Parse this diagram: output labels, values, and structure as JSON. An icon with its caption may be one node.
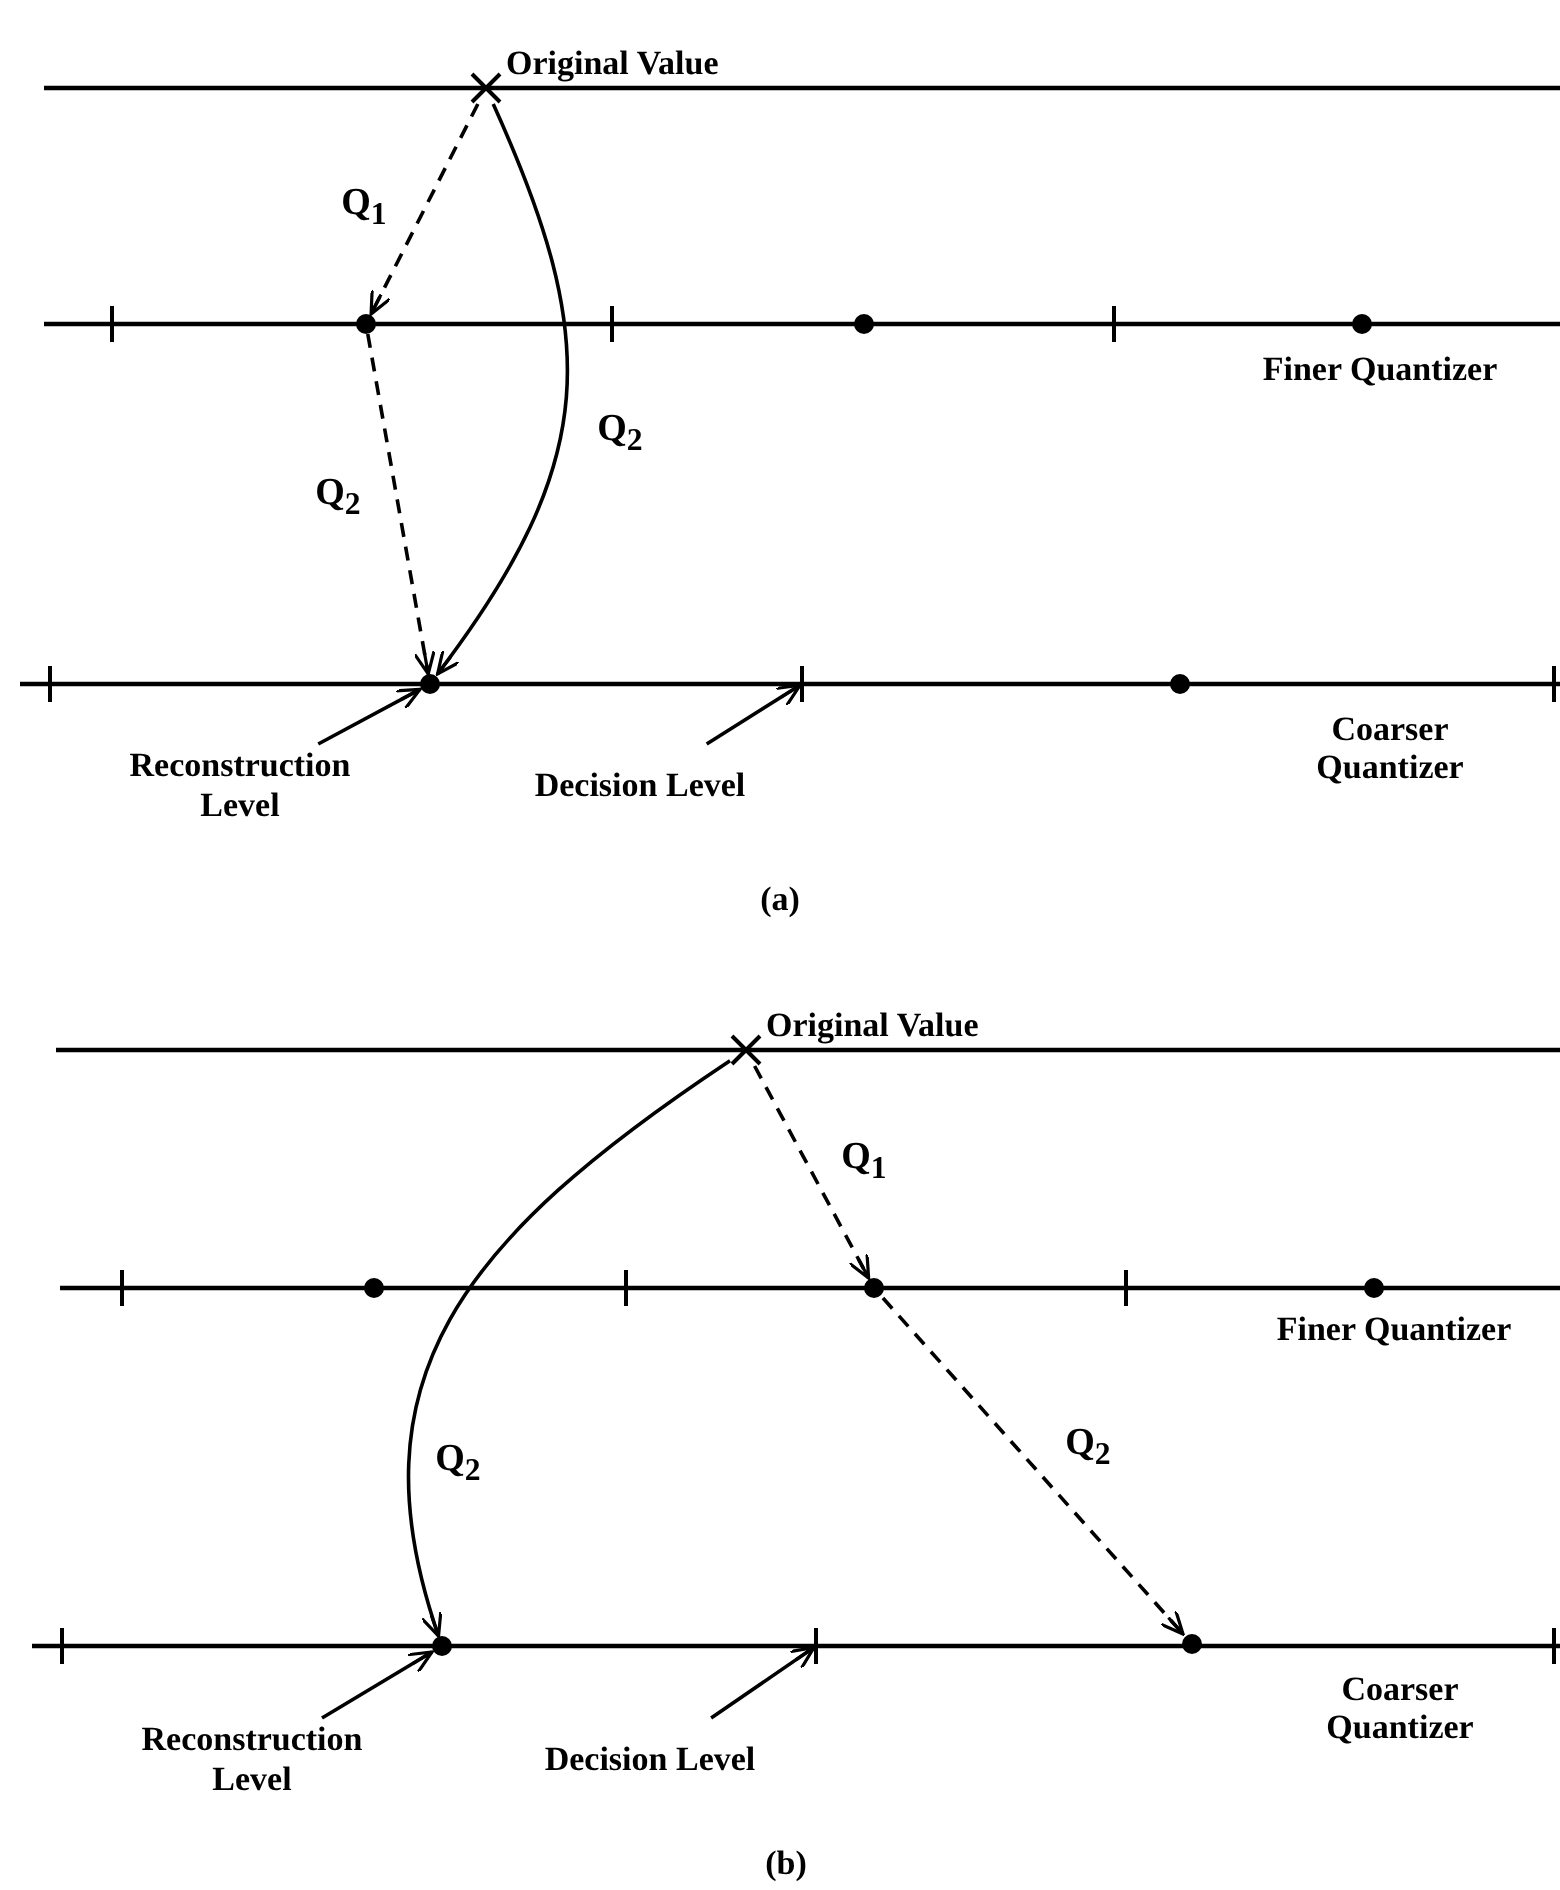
{
  "diagram": {
    "nodes": [
      {
        "text": [],
        "shape": "cross",
        "beside": [
          "Original Value"
        ]
      },
      {
        "text": [],
        "shape": "circle"
      },
      {
        "text": [],
        "shape": "circle"
      },
      {
        "text": [],
        "shape": "bar"
      },
      {
        "text": [
          "Reconstruction Level"
        ]
      },
      {
        "text": [
          "Decision Level"
        ]
      },
      {
        "text": [],
        "shape": "cross",
        "beside": [
          "Original Value"
        ]
      },
      {
        "text": [],
        "shape": "circle"
      },
      {
        "text": [],
        "shape": "circle"
      },
      {
        "text": [],
        "shape": "circle"
      },
      {
        "text": [],
        "shape": "bar"
      },
      {
        "text": [
          "Reconstruction Level"
        ]
      },
      {
        "text": [
          "Decision Level"
        ]
      }
    ],
    "edges": [
      {
        "from": 0,
        "to": 1,
        "arrow": "to",
        "style": "dashed",
        "label": "Q$_{1}$"
      },
      {
        "from": 1,
        "to": 2,
        "arrow": "to",
        "style": "dashed",
        "label": "Q$_{2}$"
      },
      {
        "from": 0,
        "to": 2,
        "arrow": "to",
        "label": "Q$_{2}$"
      },
      {
        "from": 4,
        "to": 2,
        "arrow": "to"
      },
      {
        "from": 5,
        "to": 3,
        "arrow": "to"
      },
      {
        "from": 6,
        "to": 7,
        "arrow": "to",
        "style": "dashed",
        "label": "Q$_{1}$"
      },
      {
        "from": 7,
        "to": 9,
        "arrow": "to",
        "style": "dashed",
        "label": "Q$_{2}$"
      },
      {
        "from": 6,
        "to": 8,
        "arrow": "to",
        "label": "Q$_{2}$"
      },
      {
        "from": 11,
        "to": 8,
        "arrow": "to"
      },
      {
        "from": 12,
        "to": 10,
        "arrow": "to"
      }
    ],
    "labels": [
      "Finer Quantizer",
      "Coarser Quantizer",
      "(a)",
      "Finer Quantizer",
      "Coarser Quantizer",
      "(b)"
    ]
  }
}
